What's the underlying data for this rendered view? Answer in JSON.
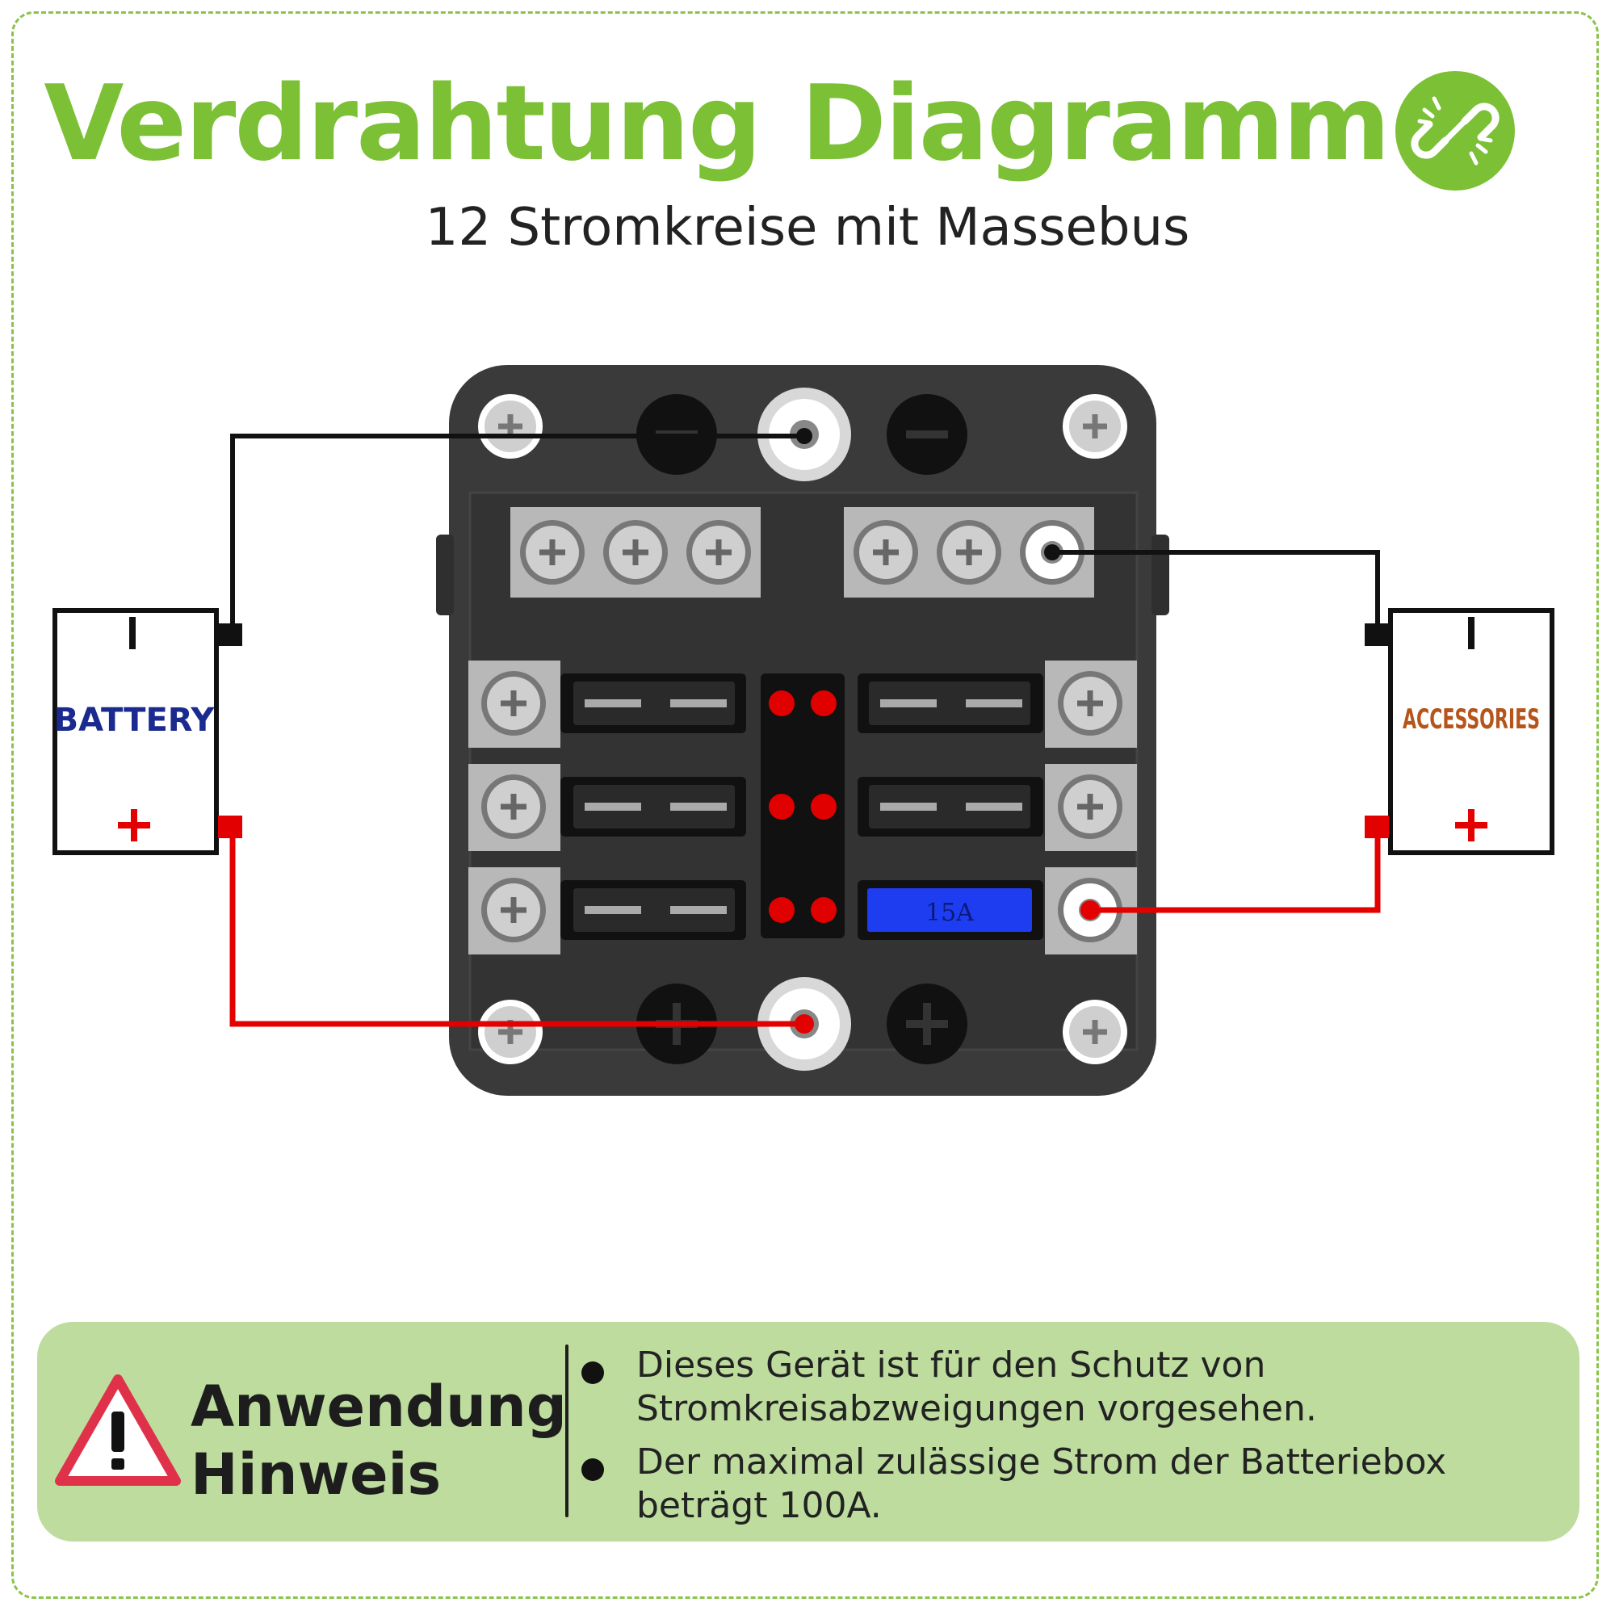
{
  "header": {
    "title_word1": "Verdrahtung",
    "title_word2": "Diagramm",
    "subtitle": "12 Stromkreise mit Massebus",
    "icon": "chain-link-icon"
  },
  "diagram": {
    "battery": {
      "label": "BATTERY",
      "minus": "I",
      "plus": "+"
    },
    "accessories": {
      "label": "ACCESSORIES",
      "minus": "I",
      "plus": "+"
    },
    "fuse_label": "15A"
  },
  "note": {
    "title_line1": "Anwendung",
    "title_line2": "Hinweis",
    "items": [
      "Dieses Gerät ist für den Schutz von Stromkreisabzweigungen vorgesehen.",
      "Der maximal zulässige Strom der Batteriebox beträgt 100A."
    ]
  },
  "colors": {
    "accent_green": "#7cc036",
    "note_background": "#bddc9e",
    "positive_wire": "#e30000",
    "negative_wire": "#111111",
    "fuse_block": "#3a3a3a",
    "fuse_blue": "#1e3df0",
    "led_red": "#e00000"
  }
}
